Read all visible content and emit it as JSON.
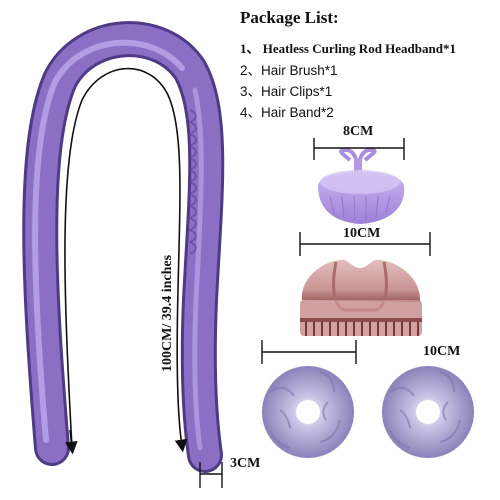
{
  "package": {
    "title": "Package List:",
    "items": [
      "1、 Heatless Curling Rod Headband*1",
      "2、Hair Brush*1",
      "3、Hair Clips*1",
      "4、Hair Band*2"
    ]
  },
  "dimensions": {
    "brush_width": "8CM",
    "clip_width": "10CM",
    "scrunchie_width": "10CM",
    "rod_length": "100CM/ 39.4 inches",
    "rod_thickness": "3CM"
  },
  "colors": {
    "rod_purple": "#8a6fc4",
    "rod_shadow": "#5d4596",
    "brush_lilac": "#b89ee6",
    "clip_pink": "#c98f8f",
    "clip_dark": "#8e4a4a",
    "scrunchie_lavender": "#a9a2cf"
  }
}
